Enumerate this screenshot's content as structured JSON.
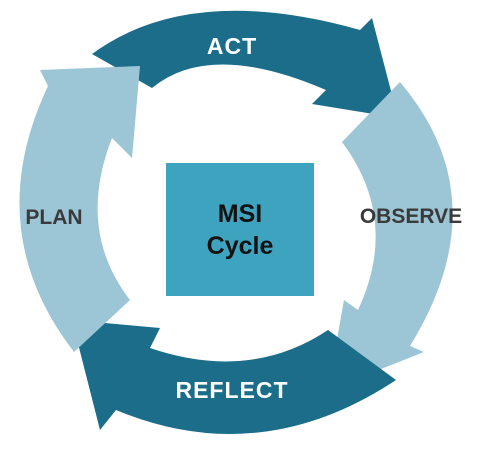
{
  "title": "MSI Cycle",
  "center": {
    "line1": "MSI",
    "line2": "Cycle"
  },
  "stages": [
    {
      "label": "ACT",
      "color": "#1b6d8a"
    },
    {
      "label": "OBSERVE",
      "color": "#9cc5d5"
    },
    {
      "label": "REFLECT",
      "color": "#1b6d8a"
    },
    {
      "label": "PLAN",
      "color": "#9cc5d5"
    }
  ],
  "colors": {
    "center_box": "#3ea3bf",
    "side_label": "#3a3a3a",
    "dark_label": "#ffffff"
  }
}
